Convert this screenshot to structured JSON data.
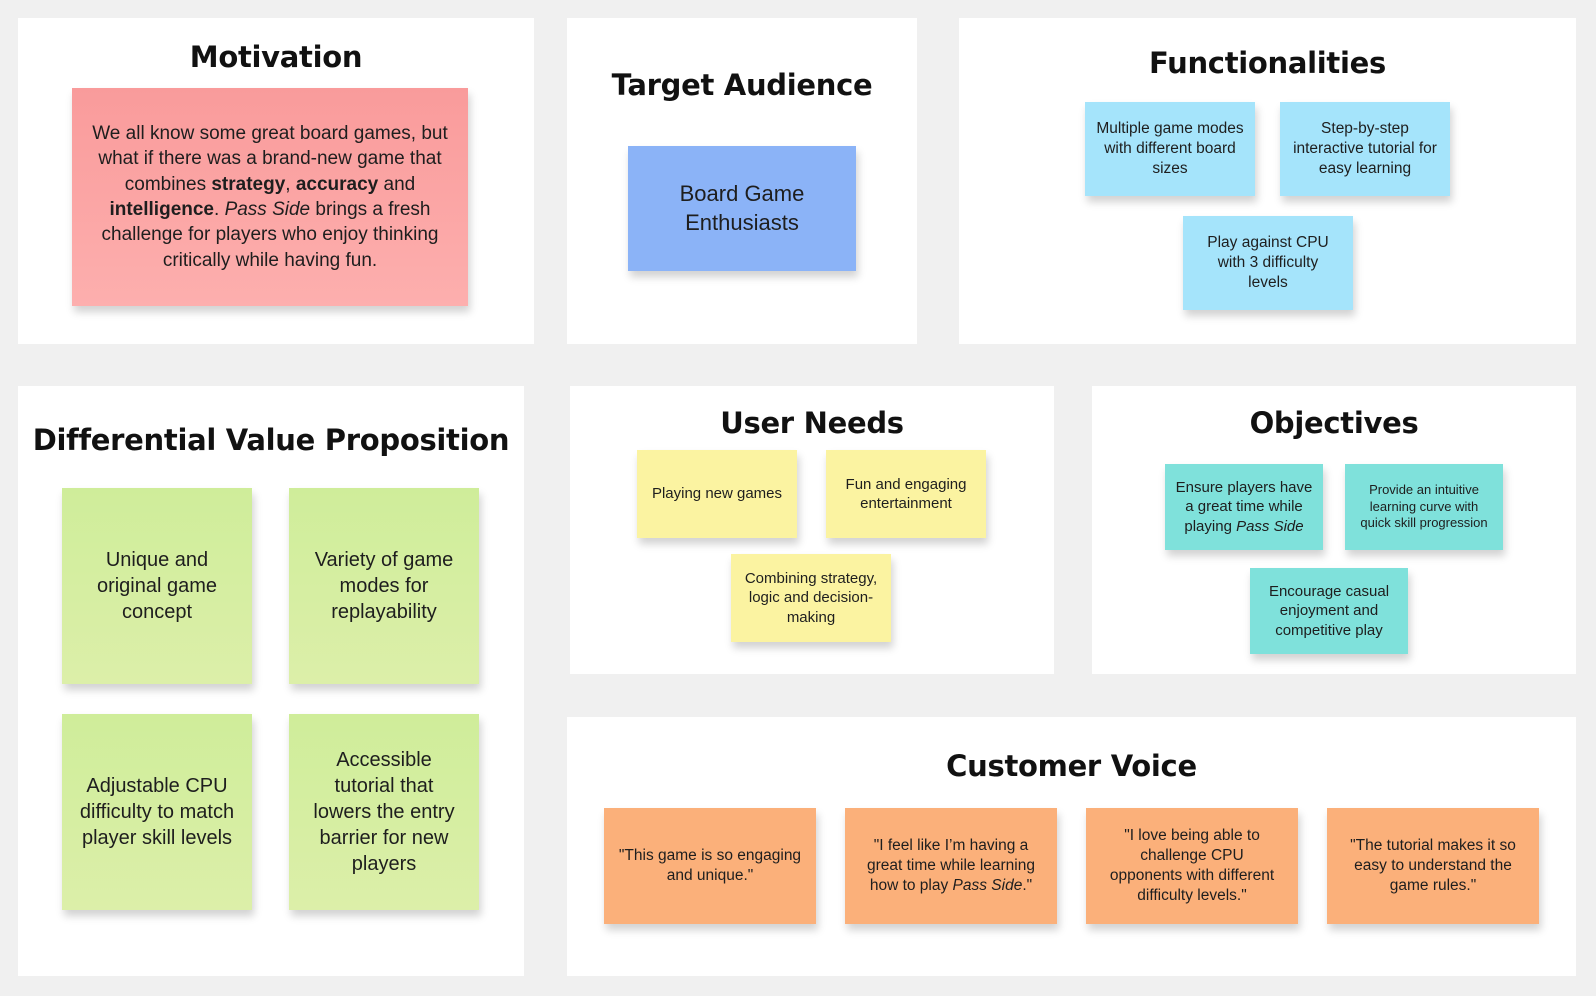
{
  "motivation": {
    "title": "Motivation",
    "text_parts": {
      "p1": "We all know some great board games, but what if there was a brand-new game that combines ",
      "b1": "strategy",
      "p2": ", ",
      "b2": "accuracy",
      "p3": " and ",
      "b3": "intelligence",
      "p4": ". ",
      "i1": "Pass Side",
      "p5": " brings a fresh challenge for players who enjoy thinking critically while having fun."
    }
  },
  "target_audience": {
    "title": "Target Audience",
    "note": "Board Game Enthusiasts"
  },
  "functionalities": {
    "title": "Functionalities",
    "notes": [
      "Multiple game modes with different board sizes",
      "Step-by-step interactive tutorial for easy learning",
      "Play against CPU with 3 difficulty levels"
    ]
  },
  "differential": {
    "title": "Differential Value Proposition",
    "notes": [
      "Unique and original game concept",
      "Variety of game modes for replayability",
      "Adjustable CPU difficulty to match player skill levels",
      "Accessible tutorial that lowers the entry barrier for new players"
    ]
  },
  "user_needs": {
    "title": "User Needs",
    "notes": [
      "Playing new games",
      "Fun and engaging entertainment",
      "Combining strategy, logic and decision-making"
    ]
  },
  "objectives": {
    "title": "Objectives",
    "note1_prefix": "Ensure players have a great time while playing ",
    "note1_italic": "Pass Side",
    "notes": [
      "Provide an intuitive learning curve with quick skill progression",
      "Encourage casual enjoyment and competitive play"
    ]
  },
  "customer_voice": {
    "title": "Customer Voice",
    "notes": [
      "\"This game is so engaging and unique.\"",
      "\"I love being able to challenge CPU opponents with different difficulty levels.\"",
      "\"The tutorial makes it so easy to understand the game rules.\""
    ],
    "note2_prefix": "\"I feel like I’m having a great time while learning how to play ",
    "note2_italic": "Pass Side",
    "note2_suffix": ".\""
  },
  "colors": {
    "background": "#f0f0f0",
    "frame": "#ffffff",
    "red_sticky": "#fdafae",
    "blue_sticky": "#8bb3f7",
    "cyan_sticky": "#a5e4fb",
    "green_sticky": "#d6eea2",
    "yellow_sticky": "#fbf3a1",
    "teal_sticky": "#7fe1db",
    "orange_sticky": "#fbb07a"
  }
}
